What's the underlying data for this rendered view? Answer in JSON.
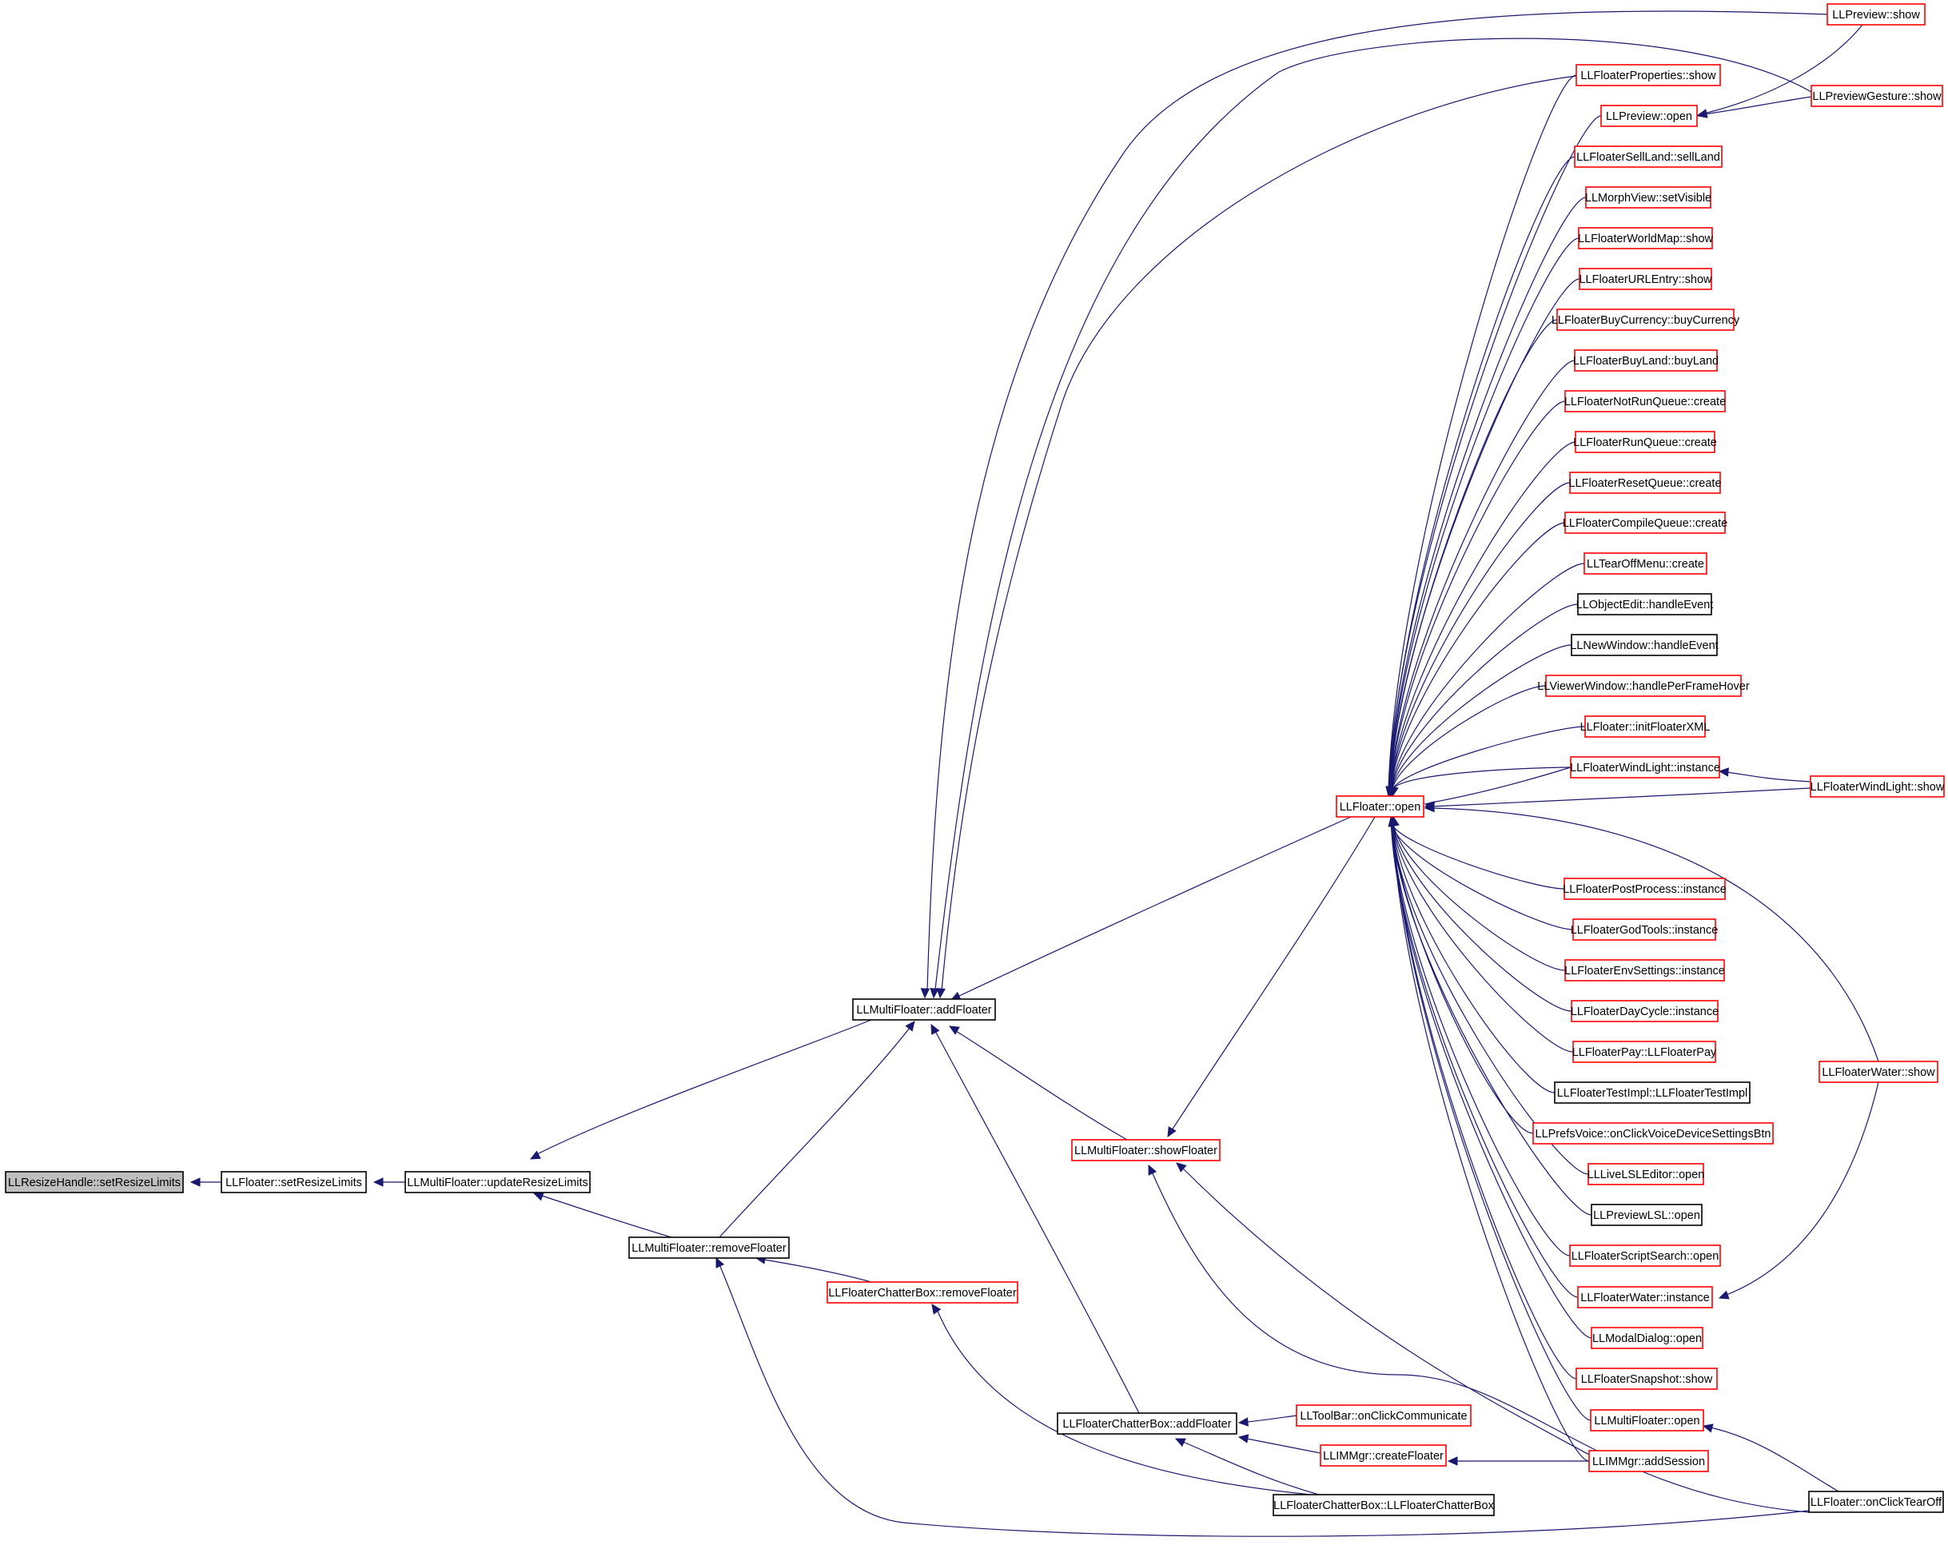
{
  "colors": {
    "edge": "#191970",
    "border_default": "#000000",
    "border_truncated": "#ff0000",
    "root_fill": "#bfbfbf"
  },
  "nodes": [
    {
      "id": "n0",
      "label": "LLResizeHandle::setResizeLimits",
      "style": "root"
    },
    {
      "id": "n1",
      "label": "LLFloater::setResizeLimits",
      "style": "black"
    },
    {
      "id": "n2",
      "label": "LLMultiFloater::updateResizeLimits",
      "style": "black"
    },
    {
      "id": "n3",
      "label": "LLMultiFloater::addFloater",
      "style": "black"
    },
    {
      "id": "n4",
      "label": "LLMultiFloater::removeFloater",
      "style": "black"
    },
    {
      "id": "n5",
      "label": "LLFloaterChatterBox::removeFloater",
      "style": "red"
    },
    {
      "id": "n6",
      "label": "LLMultiFloater::showFloater",
      "style": "red"
    },
    {
      "id": "n7",
      "label": "LLFloaterChatterBox::addFloater",
      "style": "black"
    },
    {
      "id": "n8",
      "label": "LLFloater::open",
      "style": "red"
    },
    {
      "id": "n9",
      "label": "LLPreview::show",
      "style": "red"
    },
    {
      "id": "n10",
      "label": "LLPreviewGesture::show",
      "style": "red"
    },
    {
      "id": "n11",
      "label": "LLFloaterProperties::show",
      "style": "red"
    },
    {
      "id": "n12",
      "label": "LLPreview::open",
      "style": "red"
    },
    {
      "id": "n13",
      "label": "LLFloaterSellLand::sellLand",
      "style": "red"
    },
    {
      "id": "n14",
      "label": "LLMorphView::setVisible",
      "style": "red"
    },
    {
      "id": "n15",
      "label": "LLFloaterWorldMap::show",
      "style": "red"
    },
    {
      "id": "n16",
      "label": "LLFloaterURLEntry::show",
      "style": "red"
    },
    {
      "id": "n17",
      "label": "LLFloaterBuyCurrency::buyCurrency",
      "style": "red"
    },
    {
      "id": "n18",
      "label": "LLFloaterBuyLand::buyLand",
      "style": "red"
    },
    {
      "id": "n19",
      "label": "LLFloaterNotRunQueue::create",
      "style": "red"
    },
    {
      "id": "n20",
      "label": "LLFloaterRunQueue::create",
      "style": "red"
    },
    {
      "id": "n21",
      "label": "LLFloaterResetQueue::create",
      "style": "red"
    },
    {
      "id": "n22",
      "label": "LLFloaterCompileQueue::create",
      "style": "red"
    },
    {
      "id": "n23",
      "label": "LLTearOffMenu::create",
      "style": "red"
    },
    {
      "id": "n24",
      "label": "LLObjectEdit::handleEvent",
      "style": "black"
    },
    {
      "id": "n25",
      "label": "LLNewWindow::handleEvent",
      "style": "black"
    },
    {
      "id": "n26",
      "label": "LLViewerWindow::handlePerFrameHover",
      "style": "red"
    },
    {
      "id": "n27",
      "label": "LLFloater::initFloaterXML",
      "style": "red"
    },
    {
      "id": "n28",
      "label": "LLFloaterWindLight::instance",
      "style": "red"
    },
    {
      "id": "n29",
      "label": "LLFloaterWindLight::show",
      "style": "red"
    },
    {
      "id": "n30",
      "label": "LLFloaterPostProcess::instance",
      "style": "red"
    },
    {
      "id": "n31",
      "label": "LLFloaterGodTools::instance",
      "style": "red"
    },
    {
      "id": "n32",
      "label": "LLFloaterEnvSettings::instance",
      "style": "red"
    },
    {
      "id": "n33",
      "label": "LLFloaterDayCycle::instance",
      "style": "red"
    },
    {
      "id": "n34",
      "label": "LLFloaterPay::LLFloaterPay",
      "style": "red"
    },
    {
      "id": "n35",
      "label": "LLFloaterTestImpl::LLFloaterTestImpl",
      "style": "black"
    },
    {
      "id": "n36",
      "label": "LLPrefsVoice::onClickVoiceDeviceSettingsBtn",
      "style": "red"
    },
    {
      "id": "n37",
      "label": "LLLiveLSLEditor::open",
      "style": "red"
    },
    {
      "id": "n38",
      "label": "LLPreviewLSL::open",
      "style": "black"
    },
    {
      "id": "n39",
      "label": "LLFloaterScriptSearch::open",
      "style": "red"
    },
    {
      "id": "n40",
      "label": "LLFloaterWater::instance",
      "style": "red"
    },
    {
      "id": "n41",
      "label": "LLFloaterWater::show",
      "style": "red"
    },
    {
      "id": "n42",
      "label": "LLModalDialog::open",
      "style": "red"
    },
    {
      "id": "n43",
      "label": "LLFloaterSnapshot::show",
      "style": "red"
    },
    {
      "id": "n44",
      "label": "LLMultiFloater::open",
      "style": "red"
    },
    {
      "id": "n45",
      "label": "LLIMMgr::addSession",
      "style": "red"
    },
    {
      "id": "n46",
      "label": "LLFloater::onClickTearOff",
      "style": "black"
    },
    {
      "id": "n47",
      "label": "LLToolBar::onClickCommunicate",
      "style": "red"
    },
    {
      "id": "n48",
      "label": "LLIMMgr::createFloater",
      "style": "red"
    },
    {
      "id": "n49",
      "label": "LLFloaterChatterBox::LLFloaterChatterBox",
      "style": "black"
    }
  ]
}
